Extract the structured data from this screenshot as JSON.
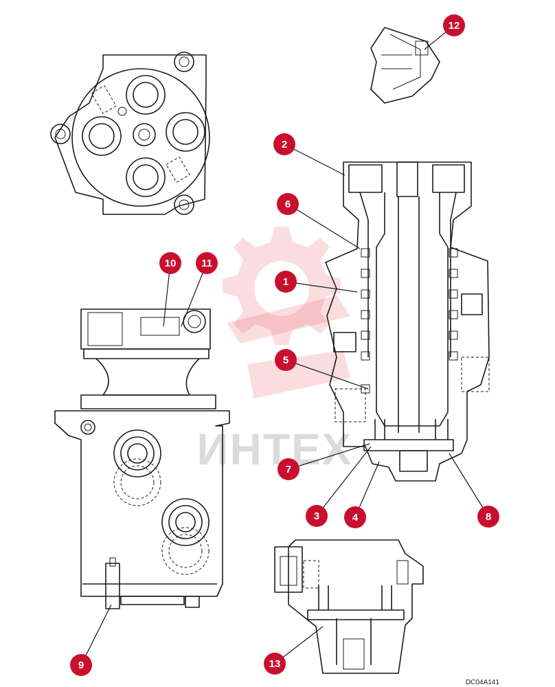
{
  "watermark": {
    "text": "ИНТЕХ"
  },
  "drawing_ref": "DC04A141",
  "callouts": [
    {
      "label": "1",
      "name": "callout-1"
    },
    {
      "label": "2",
      "name": "callout-2"
    },
    {
      "label": "3",
      "name": "callout-3"
    },
    {
      "label": "4",
      "name": "callout-4"
    },
    {
      "label": "5",
      "name": "callout-5"
    },
    {
      "label": "6",
      "name": "callout-6"
    },
    {
      "label": "7",
      "name": "callout-7"
    },
    {
      "label": "8",
      "name": "callout-8"
    },
    {
      "label": "9",
      "name": "callout-9"
    },
    {
      "label": "10",
      "name": "callout-10"
    },
    {
      "label": "11",
      "name": "callout-11"
    },
    {
      "label": "12",
      "name": "callout-12"
    },
    {
      "label": "13",
      "name": "callout-13"
    }
  ],
  "colors": {
    "callout": "#c8102e",
    "line": "#1a1a1a",
    "watermark": "#e8636e"
  }
}
